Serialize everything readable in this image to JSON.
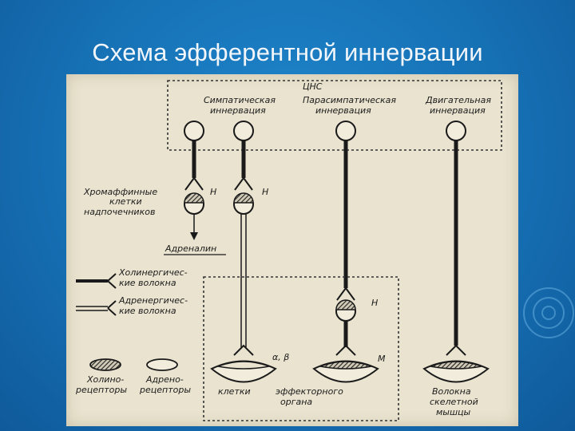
{
  "slide": {
    "title": "Схема эфферентной иннервации"
  },
  "diagram": {
    "cns_label": "ЦНС",
    "sympathetic_line1": "Симпатическая",
    "sympathetic_line2": "иннервация",
    "parasympathetic_line1": "Парасимпатическая",
    "parasympathetic_line2": "иннервация",
    "motor_line1": "Двигательная",
    "motor_line2": "иннервация",
    "chromaffin_line1": "Хромаффинные",
    "chromaffin_line2": "клетки",
    "chromaffin_line3": "надпочечников",
    "receptor_n1": "Н",
    "receptor_n2": "Н",
    "receptor_n3": "Н",
    "receptor_m": "М",
    "receptor_ab": "α, β",
    "adrenaline": "Адреналин",
    "legend_cholinergic_line1": "Холинергичес-",
    "legend_cholinergic_line2": "кие волокна",
    "legend_adrenergic_line1": "Адренергичес-",
    "legend_adrenergic_line2": "кие волокна",
    "cholino_line1": "Холино-",
    "cholino_line2": "рецепторы",
    "adreno_line1": "Адрено-",
    "adreno_line2": "рецепторы",
    "cells_label": "клетки",
    "effector_line1": "эффекторного",
    "effector_line2": "органа",
    "muscle_line1": "Волокна",
    "muscle_line2": "скелетной",
    "muscle_line3": "мышцы"
  }
}
